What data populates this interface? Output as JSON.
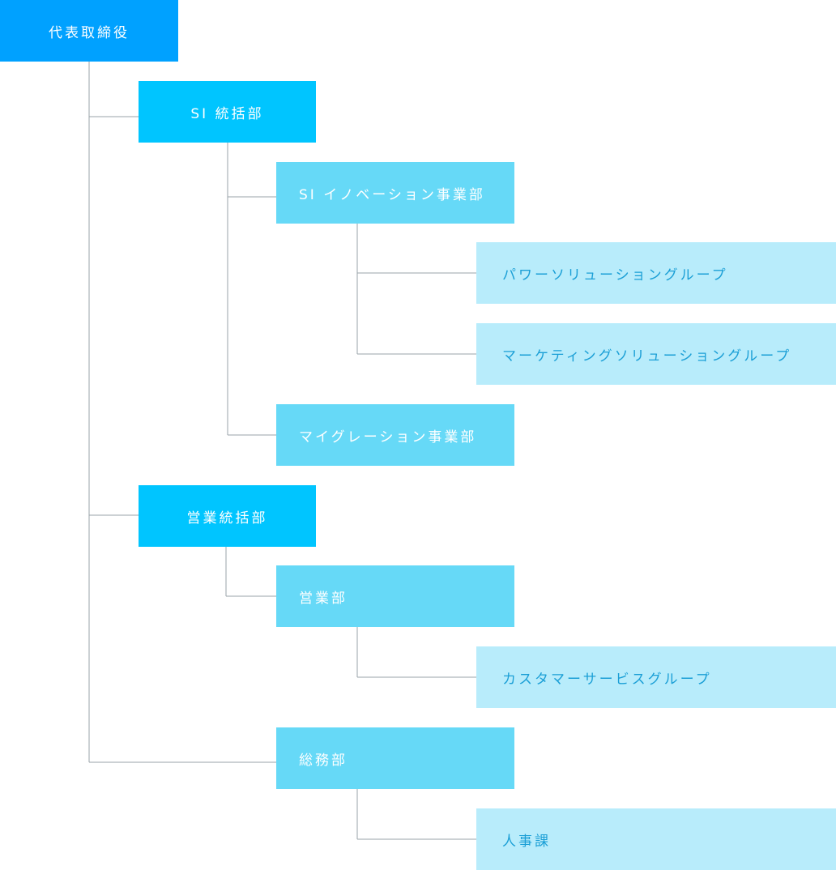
{
  "chart_data": {
    "type": "org-chart",
    "nodes": [
      {
        "id": "ceo",
        "label": "代表取締役",
        "level": 0,
        "parent": null
      },
      {
        "id": "si-div",
        "label": "SI 統括部",
        "level": 1,
        "parent": "ceo"
      },
      {
        "id": "si-innovation",
        "label": "SI イノベーション事業部",
        "level": 2,
        "parent": "si-div"
      },
      {
        "id": "power-solution",
        "label": "パワーソリューショングループ",
        "level": 3,
        "parent": "si-innovation"
      },
      {
        "id": "marketing-solution",
        "label": "マーケティングソリューショングループ",
        "level": 3,
        "parent": "si-innovation"
      },
      {
        "id": "migration",
        "label": "マイグレーション事業部",
        "level": 2,
        "parent": "si-div"
      },
      {
        "id": "sales-div",
        "label": "営業統括部",
        "level": 1,
        "parent": "ceo"
      },
      {
        "id": "sales",
        "label": "営業部",
        "level": 2,
        "parent": "sales-div"
      },
      {
        "id": "customer-service",
        "label": "カスタマーサービスグループ",
        "level": 3,
        "parent": "sales"
      },
      {
        "id": "general-affairs",
        "label": "総務部",
        "level": 2,
        "parent": "ceo"
      },
      {
        "id": "hr",
        "label": "人事課",
        "level": 3,
        "parent": "general-affairs"
      }
    ],
    "colors": {
      "level0": "#00a1ff",
      "level1": "#00c5ff",
      "level2": "#66d9f7",
      "level3": "#b8ecfb",
      "level3_text": "#1b9fd6",
      "connector": "#9aa3a8"
    }
  }
}
